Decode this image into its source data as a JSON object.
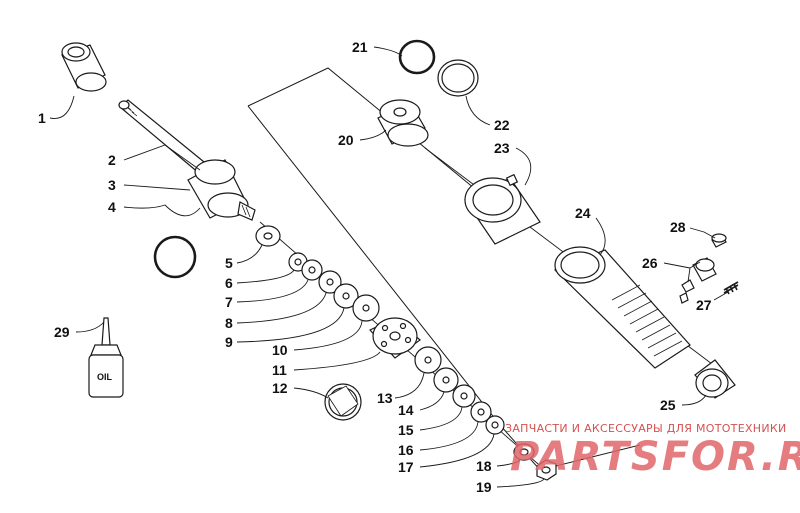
{
  "diagram": {
    "oil_label": "OIL",
    "watermark": {
      "tagline": "ЗАПЧАСТИ И АКСЕССУАРЫ ДЛЯ МОТОТЕХНИКИ",
      "site": "PARTSFOR.RU"
    },
    "callouts": [
      {
        "id": "1",
        "label": "1"
      },
      {
        "id": "2",
        "label": "2"
      },
      {
        "id": "3",
        "label": "3"
      },
      {
        "id": "4",
        "label": "4"
      },
      {
        "id": "5",
        "label": "5"
      },
      {
        "id": "6",
        "label": "6"
      },
      {
        "id": "7",
        "label": "7"
      },
      {
        "id": "8",
        "label": "8"
      },
      {
        "id": "9",
        "label": "9"
      },
      {
        "id": "10",
        "label": "10"
      },
      {
        "id": "11",
        "label": "11"
      },
      {
        "id": "12",
        "label": "12"
      },
      {
        "id": "13",
        "label": "13"
      },
      {
        "id": "14",
        "label": "14"
      },
      {
        "id": "15",
        "label": "15"
      },
      {
        "id": "16",
        "label": "16"
      },
      {
        "id": "17",
        "label": "17"
      },
      {
        "id": "18",
        "label": "18"
      },
      {
        "id": "19",
        "label": "19"
      },
      {
        "id": "20",
        "label": "20"
      },
      {
        "id": "21",
        "label": "21"
      },
      {
        "id": "22",
        "label": "22"
      },
      {
        "id": "23",
        "label": "23"
      },
      {
        "id": "24",
        "label": "24"
      },
      {
        "id": "25",
        "label": "25"
      },
      {
        "id": "26",
        "label": "26"
      },
      {
        "id": "27",
        "label": "27"
      },
      {
        "id": "28",
        "label": "28"
      },
      {
        "id": "29",
        "label": "29"
      }
    ]
  }
}
